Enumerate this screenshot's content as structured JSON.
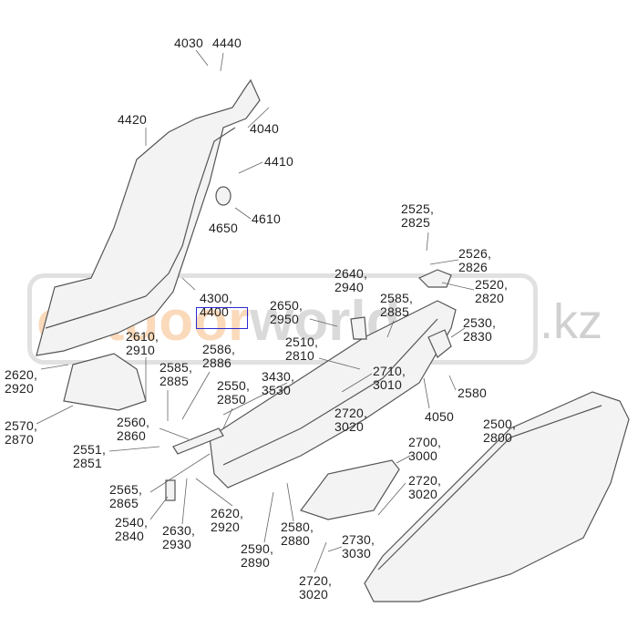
{
  "diagram": {
    "labels": [
      "4030",
      "4440",
      "4420",
      "4040",
      "4410",
      "4610",
      "4650",
      "2525,\n2825",
      "2526,\n2826",
      "2640,\n2940",
      "2520,\n2820",
      "4300,\n4400",
      "2650,\n2950",
      "2585,\n2885",
      "2530,\n2830",
      "2610,\n2910",
      "2510,\n2810",
      "2586,\n2886",
      "2585,\n2885",
      "3430,\n3530",
      "2550,\n2850",
      "2710,\n3010",
      "2620,\n2920",
      "2580",
      "2570,\n2870",
      "2720,\n3020",
      "2560,\n2860",
      "4050",
      "2500,\n2800",
      "2700,\n3000",
      "2551,\n2851",
      "2720,\n3020",
      "2565,\n2865",
      "2620,\n2920",
      "2540,\n2840",
      "2630,\n2930",
      "2580,\n2880",
      "2730,\n3030",
      "2590,\n2890",
      "2720,\n3020"
    ],
    "highlight_label": "4300,\n4400"
  },
  "watermark": {
    "part1": "outdoor",
    "part2": "world",
    "domain": ".kz"
  },
  "colors": {
    "highlight_box": "#2a2ad0",
    "line": "#555555",
    "part_fill": "#f2f2f2"
  }
}
